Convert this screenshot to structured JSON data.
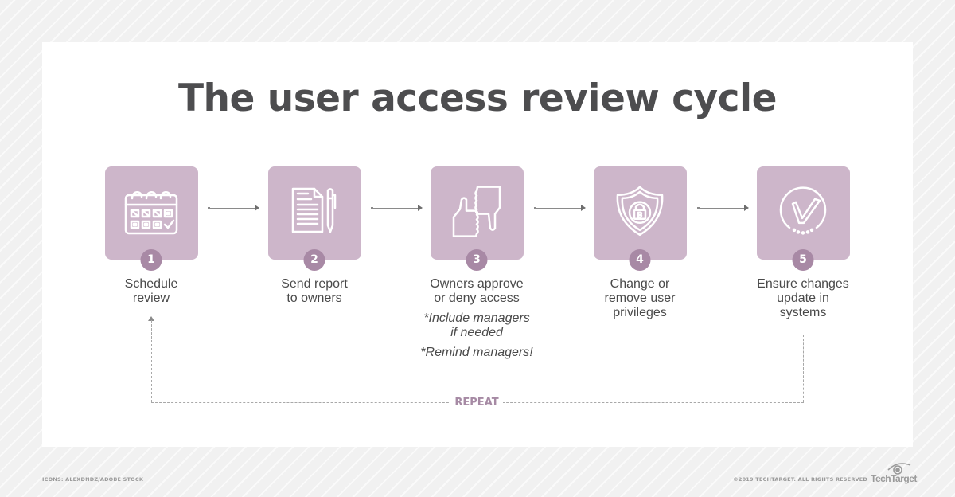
{
  "title": "The user access review cycle",
  "colors": {
    "box": "#cdb6ca",
    "badge": "#a889a5",
    "text": "#4a4a4a",
    "title": "#4d4d4f",
    "accent": "#a68aa4"
  },
  "steps": [
    {
      "number": "1",
      "icon": "calendar-icon",
      "label_line1": "Schedule",
      "label_line2": "review"
    },
    {
      "number": "2",
      "icon": "document-pen-icon",
      "label_line1": "Send report",
      "label_line2": "to owners"
    },
    {
      "number": "3",
      "icon": "thumbs-up-down-icon",
      "label_line1": "Owners approve",
      "label_line2": "or deny access",
      "note1_line1": "*Include managers",
      "note1_line2": "if needed",
      "note2": "*Remind managers!"
    },
    {
      "number": "4",
      "icon": "shield-lock-icon",
      "label_line1": "Change or",
      "label_line2": "remove user",
      "label_line3": "privileges"
    },
    {
      "number": "5",
      "icon": "check-circle-icon",
      "label_line1": "Ensure changes",
      "label_line2": "update in",
      "label_line3": "systems"
    }
  ],
  "loop": {
    "label": "REPEAT"
  },
  "footer": {
    "credit_left": "ICONS: ALEXDNDZ/ADOBE STOCK",
    "credit_right": "©2019 TECHTARGET. ALL RIGHTS RESERVED",
    "logo": "TechTarget"
  }
}
